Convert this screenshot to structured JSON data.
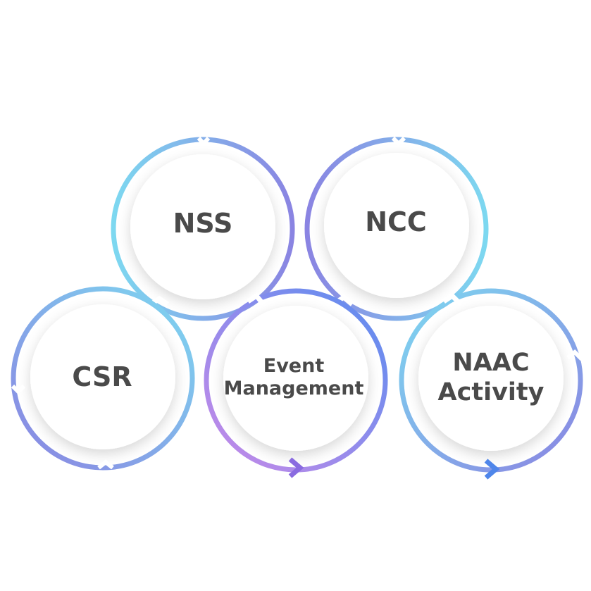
{
  "nodes": [
    {
      "id": "nss",
      "label": "NSS"
    },
    {
      "id": "ncc",
      "label": "NCC"
    },
    {
      "id": "csr",
      "label": "CSR"
    },
    {
      "id": "event_management",
      "label": "Event\nManagement"
    },
    {
      "id": "naac_activity",
      "label": "NAAC\nActivity"
    }
  ],
  "colors": {
    "text": "#4a4a4a",
    "ring_cyan": "#7dd8f0",
    "ring_purple": "#8a84e2",
    "ring_blue": "#5b8def",
    "ring_violet": "#c78ae8",
    "disc_fill": "#ffffff"
  }
}
